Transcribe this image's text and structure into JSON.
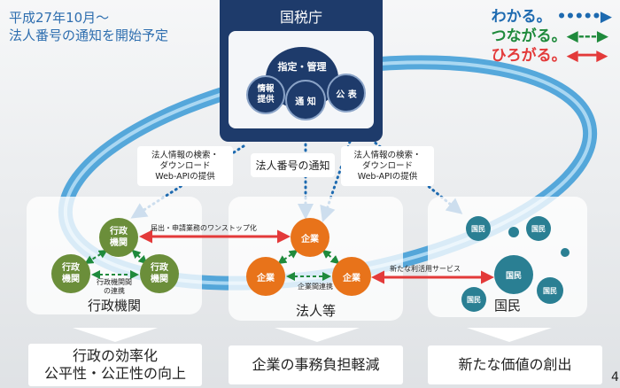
{
  "header": {
    "line1": "平成27年10月～",
    "line2": "法人番号の通知を開始予定"
  },
  "legend": [
    {
      "label": "わかる。",
      "color": "#1d6ab0"
    },
    {
      "label": "つながる。",
      "color": "#1f8a3c"
    },
    {
      "label": "ひろがる。",
      "color": "#e33a3a"
    }
  ],
  "nta": {
    "title": "国税庁",
    "main": "指定・管理",
    "info": "情報提供",
    "notify": "通 知",
    "publish": "公 表"
  },
  "labels": {
    "left": [
      "法人情報の検索・",
      "ダウンロード",
      "Web-APIの提供"
    ],
    "center": "法人番号の通知",
    "right": [
      "法人情報の検索・",
      "ダウンロード",
      "Web-APIの提供"
    ]
  },
  "panels": {
    "gov": {
      "title": "行政機関",
      "node": "行政機関",
      "link": "行政機関間の連携"
    },
    "corp": {
      "title": "法人等",
      "node": "企業",
      "link": "企業間連携"
    },
    "citizen": {
      "title": "国民",
      "node": "国民"
    }
  },
  "arrows": {
    "onestop": "届出・申請業務のワンストップ化",
    "newservice": "新たな利活用サービス"
  },
  "results": {
    "left": [
      "行政の効率化",
      "公平性・公正性の向上"
    ],
    "center": "企業の事務負担軽減",
    "right": "新たな価値の創出"
  },
  "page_number": "4",
  "colors": {
    "navy": "#1e3b6b",
    "green": "#6b8e3a",
    "orange": "#e8731a",
    "teal": "#2a7f93",
    "ring": "#3a9ad6"
  }
}
